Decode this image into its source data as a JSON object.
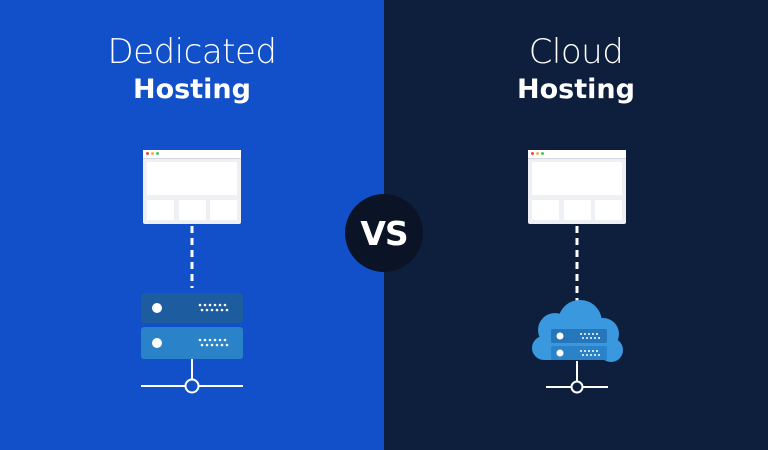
{
  "left": {
    "title_line1": "Dedicated",
    "title_line2": "Hosting",
    "background": "#1150C8",
    "icons": [
      "browser-window-icon",
      "server-rack-icon",
      "network-node-icon"
    ]
  },
  "right": {
    "title_line1": "Cloud",
    "title_line2": "Hosting",
    "background": "#0E1F3D",
    "icons": [
      "browser-window-icon",
      "cloud-server-icon",
      "network-node-icon"
    ]
  },
  "vs_label": "VS",
  "colors": {
    "server_dark": "#1D5C9E",
    "server_light": "#2A82C8",
    "cloud": "#3A98DE",
    "window": "#EEF0F3",
    "badge": "#0B1426"
  }
}
